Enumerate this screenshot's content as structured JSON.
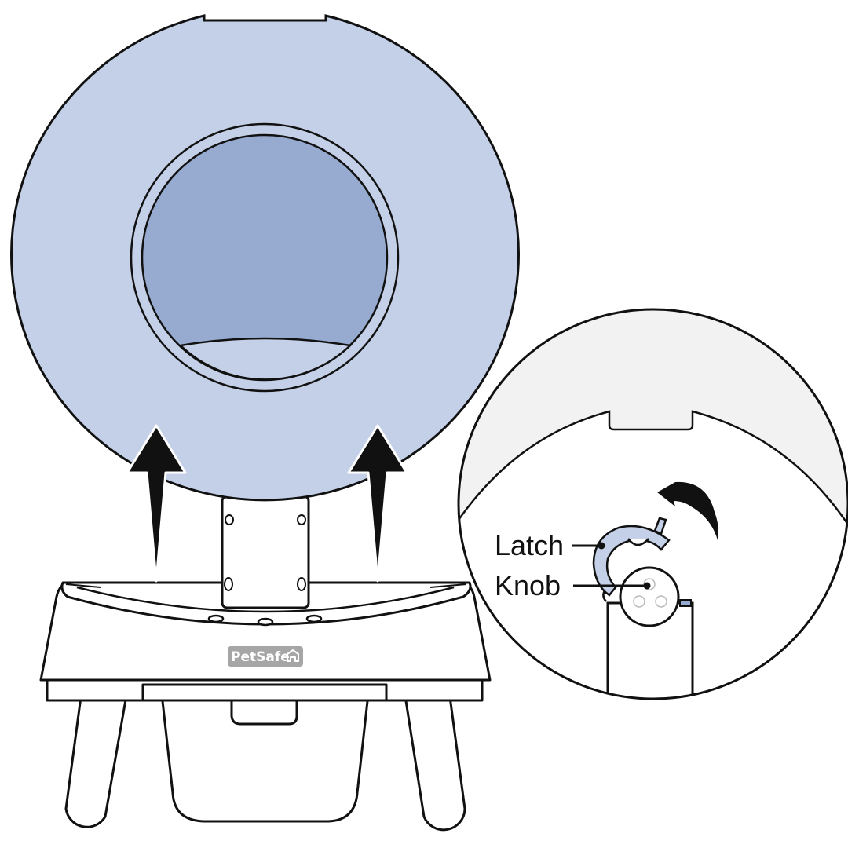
{
  "brand": {
    "logo_text": "PetSafe"
  },
  "callouts": {
    "latch": "Latch",
    "knob": "Knob"
  },
  "colors": {
    "globe_fill": "#c4d0e7",
    "globe_inner_fill": "#97abd0",
    "detail_bg": "#f2f2f2",
    "outline": "#111111",
    "logo_bg": "#a6a6a6"
  },
  "icons": [
    "up-arrow-icon",
    "rotate-arrow-icon",
    "home-icon"
  ]
}
